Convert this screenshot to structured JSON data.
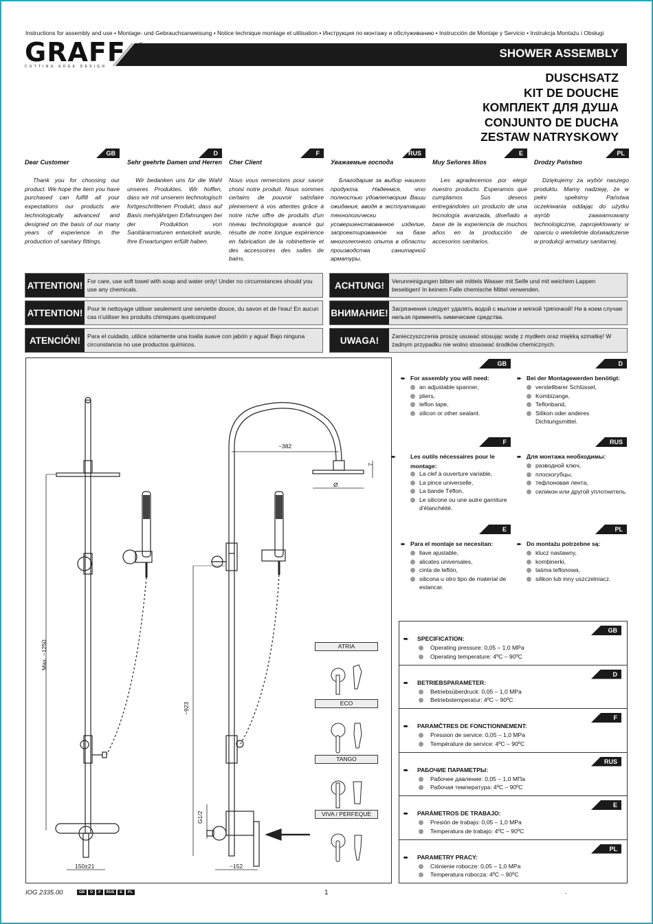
{
  "header": {
    "instructions_line": "Instructions for assembly and use • Montage- und Gebrauchsanweisung • Notice technique montage et utilisation • Инструкция по монтажу и обслуживанию • Instrucción de Montaje y Servicio • Instrukcja Montażu i Obsługi",
    "logo_text": "GRAFF",
    "logo_registered": "®",
    "logo_tagline": "CUTTING EDGE DESIGN",
    "banner_title": "SHOWER ASSEMBLY",
    "titles": [
      "DUSCHSATZ",
      "KIT DE DOUCHE",
      "КОМПЛЕКТ ДЛЯ ДУША",
      "CONJUNTO DE DUCHA",
      "ZESTAW NATRYSKOWY"
    ]
  },
  "intro": [
    {
      "lang": "GB",
      "greeting": "Dear Customer",
      "text": "Thank you for choosing our product. We hope the item you have purchased can fulfill all your expectations our products are technologically advanced and designed on the basis of our many years of experience in the production of sanitary fittings."
    },
    {
      "lang": "D",
      "greeting": "Sehr geehrte Damen und Herren",
      "text": "Wir bedanken uns für die Wahl unseres Produktes. Wir hoffen, dass wir mit unserem technologisch fortgeschrittenen Produkt, dass auf Basis mehrjährigen Erfahrungen bei der Produktion von Sanitärarmaturen entwickelt wurde, Ihre Erwartungen erfüllt haben."
    },
    {
      "lang": "F",
      "greeting": "Cher Client",
      "text": "Nous vous remercions pour savoir choisi notre produit. Nous sommes certains de pouvoir satisfaire pleinement à vos attentes grâce à notre riche offre de produits d'un niveau technologique avancé qui résulte de notre longue expérience en fabrication de la robinetterie et des accessoires des salles de bains."
    },
    {
      "lang": "RUS",
      "greeting": "Уважаемые господа",
      "text": "Благодарим за выбор нашего продукта. Надеемся, что полностью удовлетворим Ваши ожидания, вводя в эксплуатацию технологически усовершенствованное изделие, запроектированное на базе многолетнего опыта в области производства санитарной арматуры."
    },
    {
      "lang": "E",
      "greeting": "Muy Señores Míos",
      "text": "Les agradecemos por elegir nuestro producto. Esperamos que cumplamos Sus deseos entregándoles un producto de una tecnología avanzada, diseñado a base de la experiencia de muchos años en la producción de accesorios sanitarios."
    },
    {
      "lang": "PL",
      "greeting": "Drodzy Państwo",
      "text": "Dziękujemy za wybór naszego produktu. Mamy nadzieję, że w pełni spełnimy Państwa oczekiwania oddając do użytku wyrób zaawansowany technologicznie, zaprojektowany w oparciu o wieloletnie doświadczenie w produkcji armatury sanitarnej."
    }
  ],
  "attention": [
    {
      "label": "ATTENTION!",
      "text": "For care, use soft towel with soap and water only! Under no circumstances should you use any chemicals."
    },
    {
      "label": "ACHTUNG!",
      "text": "Verunreinigungen bitten wir mittels Wasser mit Seife und mit weichem Lappen beseitigen! In keinem Falle chemische Mittel verwenden."
    },
    {
      "label": "ATTENTION!",
      "text": "Pour le nettoyage utiliser seulement une serviette douce, du savon et de l'eau! En aucun cas n'utiliser les produits chimiques quelconques!"
    },
    {
      "label": "ВНИМАНИЕ!",
      "text": "Загрязнения следует удалять водой с мылом и мягкой тряпочкой! Ни в коем случае нельзя применять химические средства."
    },
    {
      "label": "ATENCIÓN!",
      "text": "Para el cuidado, utilice solamente una toalla suave con jabón y agua! Bajo ninguna circunstancia no use productos químicos."
    },
    {
      "label": "UWAGA!",
      "text": "Zanieczyszczenia proszę usuwać stosując wodę z mydłem oraz miękką szmatkę! W żadnym przypadku nie wolno stosować środków chemicznych."
    }
  ],
  "drawing": {
    "dim_max": "Max. ~1250",
    "dim_923": "~923",
    "dim_382": "~382",
    "dim_7": "7",
    "dim_diameter": "Ø",
    "dim_g12": "G1/2",
    "dim_150": "150±21",
    "dim_152": "~152",
    "variants": [
      "ATRIA",
      "ECO",
      "TANGO",
      "VIVA / PERFEQUE"
    ]
  },
  "tools": [
    {
      "lang": "GB",
      "heading": "For assembly you will need:",
      "items": [
        "an adjustable spanner,",
        "pliers,",
        "teflon tape,",
        "silicon or other sealant."
      ]
    },
    {
      "lang": "D",
      "heading": "Bei der Montagewerden benötigt:",
      "items": [
        "verstellbarer Schlüssel,",
        "Kombizange,",
        "Teflonband,",
        "Silikon oder anderes Dichtungsmittel."
      ]
    },
    {
      "lang": "F",
      "heading": "Les outils nécessaires pour le montage:",
      "items": [
        "La clef à ouverture variable,",
        "La pince universelle,",
        "La bande Téflon,",
        "Le silicone ou une autre garniture d'étanchéité."
      ]
    },
    {
      "lang": "RUS",
      "heading": "Для монтажа необходимы:",
      "items": [
        "разводной ключ,",
        "плоскогубцы,",
        "тефлоновая лента,",
        "силикон или другой уплотнитель."
      ]
    },
    {
      "lang": "E",
      "heading": "Para el montaje se necesitan:",
      "items": [
        "llave ajustable,",
        "alicates universales,",
        "cinta de teflón,",
        "silicona u otro tipo de material de estancar."
      ]
    },
    {
      "lang": "PL",
      "heading": "Do montażu potrzebne są:",
      "items": [
        "klucz nastawny,",
        "kombinerki,",
        "taśma teflonowa,",
        "silikon lub inny uszczelniacz."
      ]
    }
  ],
  "specs": [
    {
      "lang": "GB",
      "heading": "SPECIFICATION:",
      "items": [
        "Operating pressure: 0,05 – 1,0 MPa",
        "Operating temperature: 4ºC – 90ºC"
      ]
    },
    {
      "lang": "D",
      "heading": "BETRIEBSPARAMETER:",
      "items": [
        "Betriebsüberdruck: 0,05 – 1,0 MPa",
        "Betriebstemperatur: 4ºC – 90ºC"
      ]
    },
    {
      "lang": "F",
      "heading": "PARAMČTRES DE FONCTIONNEMENT:",
      "items": [
        "Pression de service: 0,05 – 1,0 MPa",
        "Température de service: 4ºC – 90ºC"
      ]
    },
    {
      "lang": "RUS",
      "heading": "РАБОЧИЕ ПАРАМЕТРЫ:",
      "items": [
        "Рабочее давление: 0,05 – 1,0 МПа",
        "Рабочая температура: 4ºC – 90ºC"
      ]
    },
    {
      "lang": "E",
      "heading": "PARÁMETROS DE TRABAJO:",
      "items": [
        "Presión de trabajo: 0,05 – 1,0 MPa",
        "Temperatura de trabajo: 4ºC – 90ºC"
      ]
    },
    {
      "lang": "PL",
      "heading": "PARAMETRY PRACY:",
      "items": [
        "Ciśnienie robocze: 0,05 – 1,0 MPa",
        "Temperatura robocza: 4ºC – 90ºC"
      ]
    }
  ],
  "footer": {
    "code": "IOG 2335.00",
    "langs": [
      "GB",
      "D",
      "F",
      "RUS",
      "E",
      "PL"
    ],
    "page": "1",
    "dot": "."
  },
  "colors": {
    "dark": "#1a1a1a",
    "panel": "#e6e6e6",
    "frame": "#2aa6b8"
  }
}
